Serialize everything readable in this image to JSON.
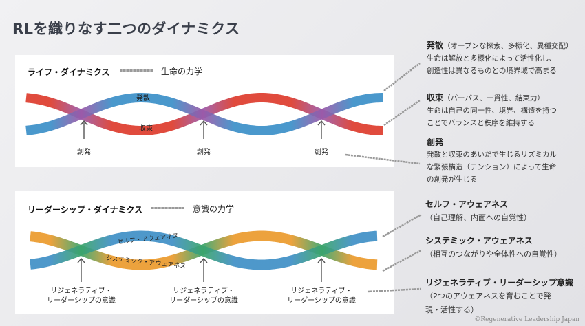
{
  "title": "RLを織りなす二つのダイナミクス",
  "life": {
    "title": "ライフ・ダイナミクス",
    "subtitle": "生命の力学",
    "strand_top": "発散",
    "strand_bottom": "収束",
    "node_label": "創発",
    "colors": {
      "a": "#dd3b2c",
      "b": "#3a8fc8",
      "mix": "#9b58a8"
    }
  },
  "leader": {
    "title": "リーダーシップ・ダイナミクス",
    "subtitle": "意識の力学",
    "strand_top": "セルフ・アウェアネス",
    "strand_bottom": "システミック・アウェアネス",
    "node_label_1": "リジェネラティブ・",
    "node_label_2": "リーダーシップの意識",
    "colors": {
      "a": "#eb9a2c",
      "b": "#3f8fc6",
      "mix": "#3aa46a"
    }
  },
  "side": [
    {
      "heading": "発散",
      "heading_note": "（オープンな探索、多様化、異種交配）",
      "lines": [
        "生命は解放と多様化によって活性化し、",
        "創造性は異なるものとの境界域で高まる"
      ]
    },
    {
      "heading": "収束",
      "heading_note": "（パーパス、一貫性、結束力）",
      "lines": [
        "生命は自己の同一性、境界、構造を持つ",
        "ことでバランスと秩序を維持する"
      ]
    },
    {
      "heading": "創発",
      "heading_note": "",
      "lines": [
        "発散と収束のあいだで生じるリズミカル",
        "な緊張構造（テンション）によって生命",
        "の創発が生じる"
      ]
    },
    {
      "heading": "セルフ・アウェアネス",
      "heading_note": "",
      "lines": [
        "（自己理解、内面への自覚性）"
      ]
    },
    {
      "heading": "システミック・アウェアネス",
      "heading_note": "",
      "lines": [
        "（相互のつながりや全体性への自覚性）"
      ]
    },
    {
      "heading": "リジェネラティブ・リーダーシップ意識",
      "heading_note": "",
      "lines": [
        "（2つのアウェアネスを育むことで発",
        "現・活性する）"
      ]
    }
  ],
  "copyright": "©Regenerative Leadership Japan"
}
